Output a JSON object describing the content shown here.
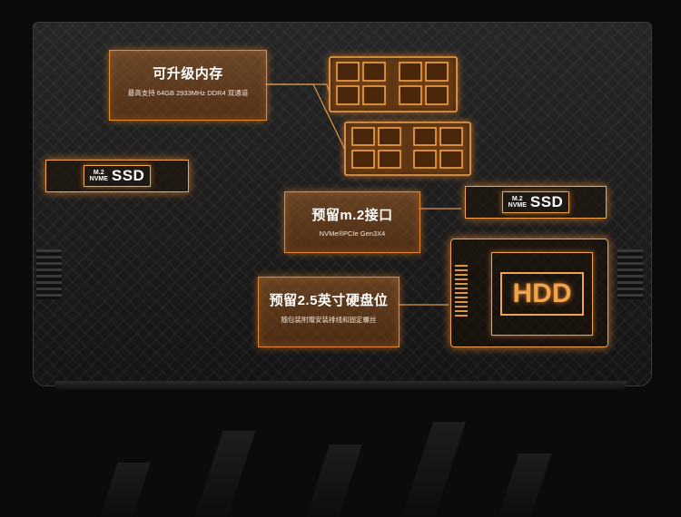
{
  "ram": {
    "title": "可升级内存",
    "subtitle": "最高支持 64GB 2933MHz DDR4 双通道"
  },
  "m2": {
    "title": "预留m.2接口",
    "subtitle": "NVMe®PCIe Gen3X4"
  },
  "hdd_bay": {
    "title": "预留2.5英寸硬盘位",
    "subtitle": "随包装附赠安装排线和固定螺丝"
  },
  "ssd_left": {
    "line1": "M.2",
    "line2": "NVME",
    "label": "SSD"
  },
  "ssd_right": {
    "line1": "M.2",
    "line2": "NVME",
    "label": "SSD"
  },
  "hdd": {
    "label": "HDD"
  },
  "colors": {
    "accent": "#f3a34a",
    "glow": "#ff8c28",
    "panel": "#8a4a14"
  }
}
